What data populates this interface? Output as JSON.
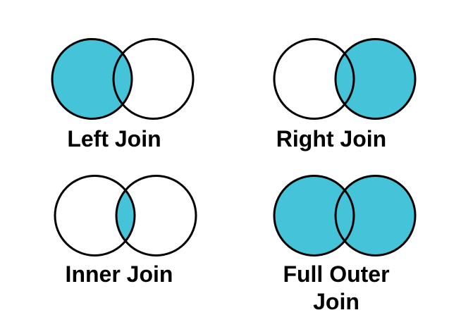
{
  "colors": {
    "shade": "#45c3d8",
    "line": "#000000",
    "text": "#000000",
    "background": "#ffffff"
  },
  "diagrams": [
    {
      "label": "Left Join",
      "shaded": "left circle"
    },
    {
      "label": "Right Join",
      "shaded": "right circle"
    },
    {
      "label": "Inner Join",
      "shaded": "intersection"
    },
    {
      "label": "Full Outer Join",
      "lines": [
        "Full Outer",
        "Join"
      ],
      "shaded": "both circles"
    }
  ]
}
